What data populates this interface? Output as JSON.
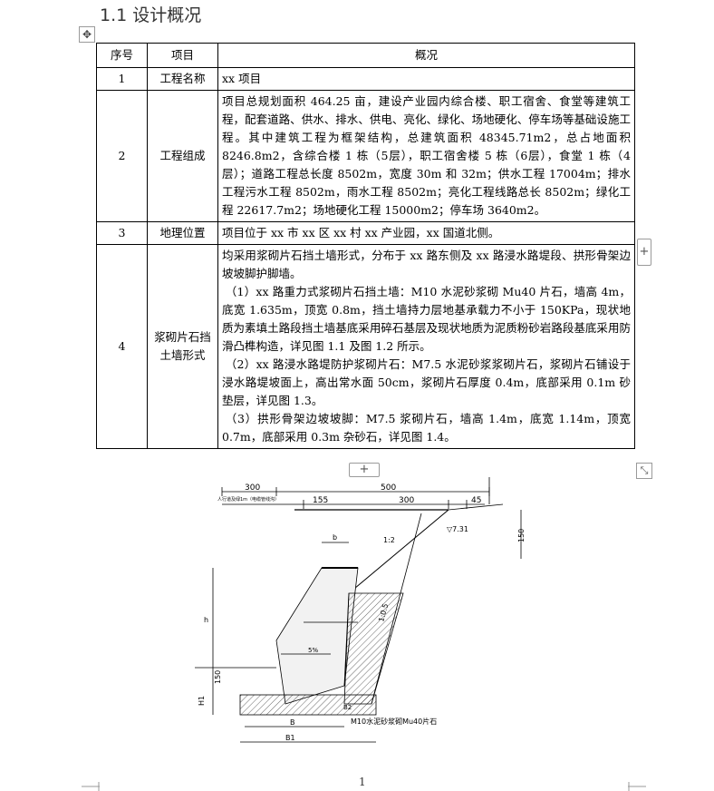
{
  "heading": "1.1 设计概况",
  "table": {
    "headers": [
      "序号",
      "项目",
      "概况"
    ],
    "rows": [
      {
        "no": "1",
        "item": "工程名称",
        "paras": [
          "xx 项目"
        ]
      },
      {
        "no": "2",
        "item": "工程组成",
        "paras": [
          "项目总规划面积 464.25 亩，建设产业园内综合楼、职工宿舍、食堂等建筑工程，配套道路、供水、排水、供电、亮化、绿化、场地硬化、停车场等基础设施工程。其中建筑工程为框架结构，总建筑面积 48345.71m2，总占地面积 8246.8m2，含综合楼 1 栋（5层），职工宿舍楼 5 栋（6层），食堂 1 栋（4层）；道路工程总长度 8502m，宽度 30m 和 32m；供水工程 17004m；排水工程污水工程 8502m，雨水工程 8502m；亮化工程线路总长 8502m；绿化工程 22617.7m2；场地硬化工程 15000m2；停车场 3640m2。"
        ]
      },
      {
        "no": "3",
        "item": "地理位置",
        "paras": [
          "项目位于 xx 市 xx 区 xx 村 xx 产业园，xx 国道北侧。"
        ]
      },
      {
        "no": "4",
        "item": "浆砌片石挡土墙形式",
        "paras": [
          "均采用浆砌片石挡土墙形式，分布于 xx 路东侧及 xx 路浸水路堤段、拱形骨架边坡坡脚护脚墙。",
          "（1）xx 路重力式浆砌片石挡土墙：M10 水泥砂浆砌 Mu40 片石，墙高 4m，底宽 1.635m，顶宽 0.8m，挡土墙持力层地基承载力不小于 150KPa，现状地质为素填土路段挡土墙基底采用碎石基层及现状地质为泥质粉砂岩路段基底采用防滑凸榫构造，详见图 1.1 及图 1.2 所示。",
          "（2）xx 路浸水路堤防护浆砌片石：M7.5 水泥砂浆浆砌片石，浆砌片石铺设于浸水路堤坡面上，高出常水面 50cm，浆砌片石厚度 0.4m，底部采用 0.1m 砂垫层，详见图 1.3。",
          "（3）拱形骨架边坡坡脚：M7.5 浆砌片石，墙高 1.4m，底宽 1.14m，顶宽 0.7m，底部采用 0.3m 杂砂石，详见图 1.4。"
        ]
      }
    ]
  },
  "controls": {
    "move": "✥",
    "add": "+",
    "resize": "⤡"
  },
  "drawing": {
    "dims_top": [
      "300",
      "500"
    ],
    "dims_second": [
      "155",
      "300",
      "45"
    ],
    "slope_labels": [
      "1:2",
      "1:0.5"
    ],
    "elevation": "▽7.31",
    "height_labels": [
      "150",
      "h",
      "H1",
      "150"
    ],
    "bottom_dims": [
      "b",
      "B",
      "B1",
      "B2"
    ],
    "ratio_label": "5%",
    "material_label": "M10水泥砂浆砌Mu40片石",
    "left_note": "人行道及绿1m（电缆管线沟）"
  },
  "page_number": "1"
}
